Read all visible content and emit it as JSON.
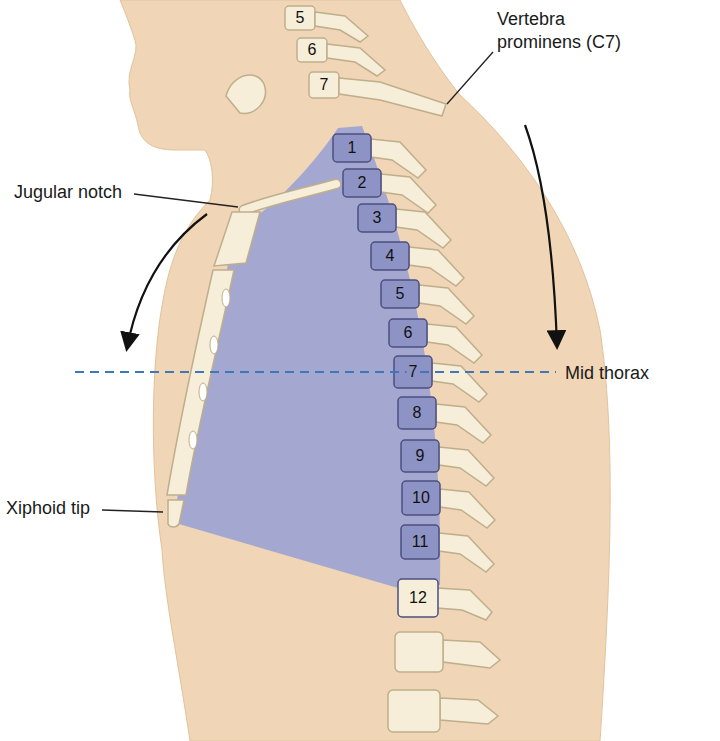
{
  "diagram": {
    "labels": [
      "5",
      "6",
      "7",
      "Vertebra prominens (C7)",
      "Jugular notch",
      "1",
      "2",
      "3",
      "4",
      "5",
      "6",
      "7",
      "8",
      "9",
      "10",
      "11",
      "12",
      "Mid thorax",
      "Xiphoid tip"
    ]
  }
}
